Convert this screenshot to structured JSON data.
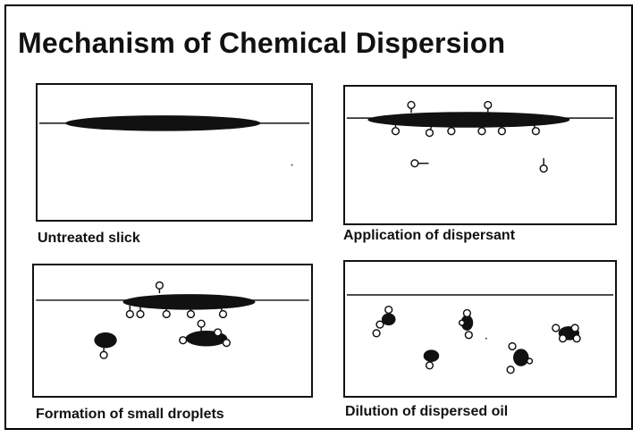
{
  "diagram": {
    "title": "Mechanism of Chemical Dispersion",
    "panels": [
      {
        "caption": "Untreated slick"
      },
      {
        "caption": "Application of dispersant"
      },
      {
        "caption": "Formation of small droplets"
      },
      {
        "caption": "Dilution of dispersed oil"
      }
    ]
  },
  "colors": {
    "oil": "#111111",
    "water_line": "#111111",
    "background": "#ffffff"
  },
  "icons": {
    "dispersant_molecule": "circle-head-with-tail-icon",
    "oil_slick": "ellipse-slick-icon",
    "oil_droplet": "droplet-icon"
  }
}
